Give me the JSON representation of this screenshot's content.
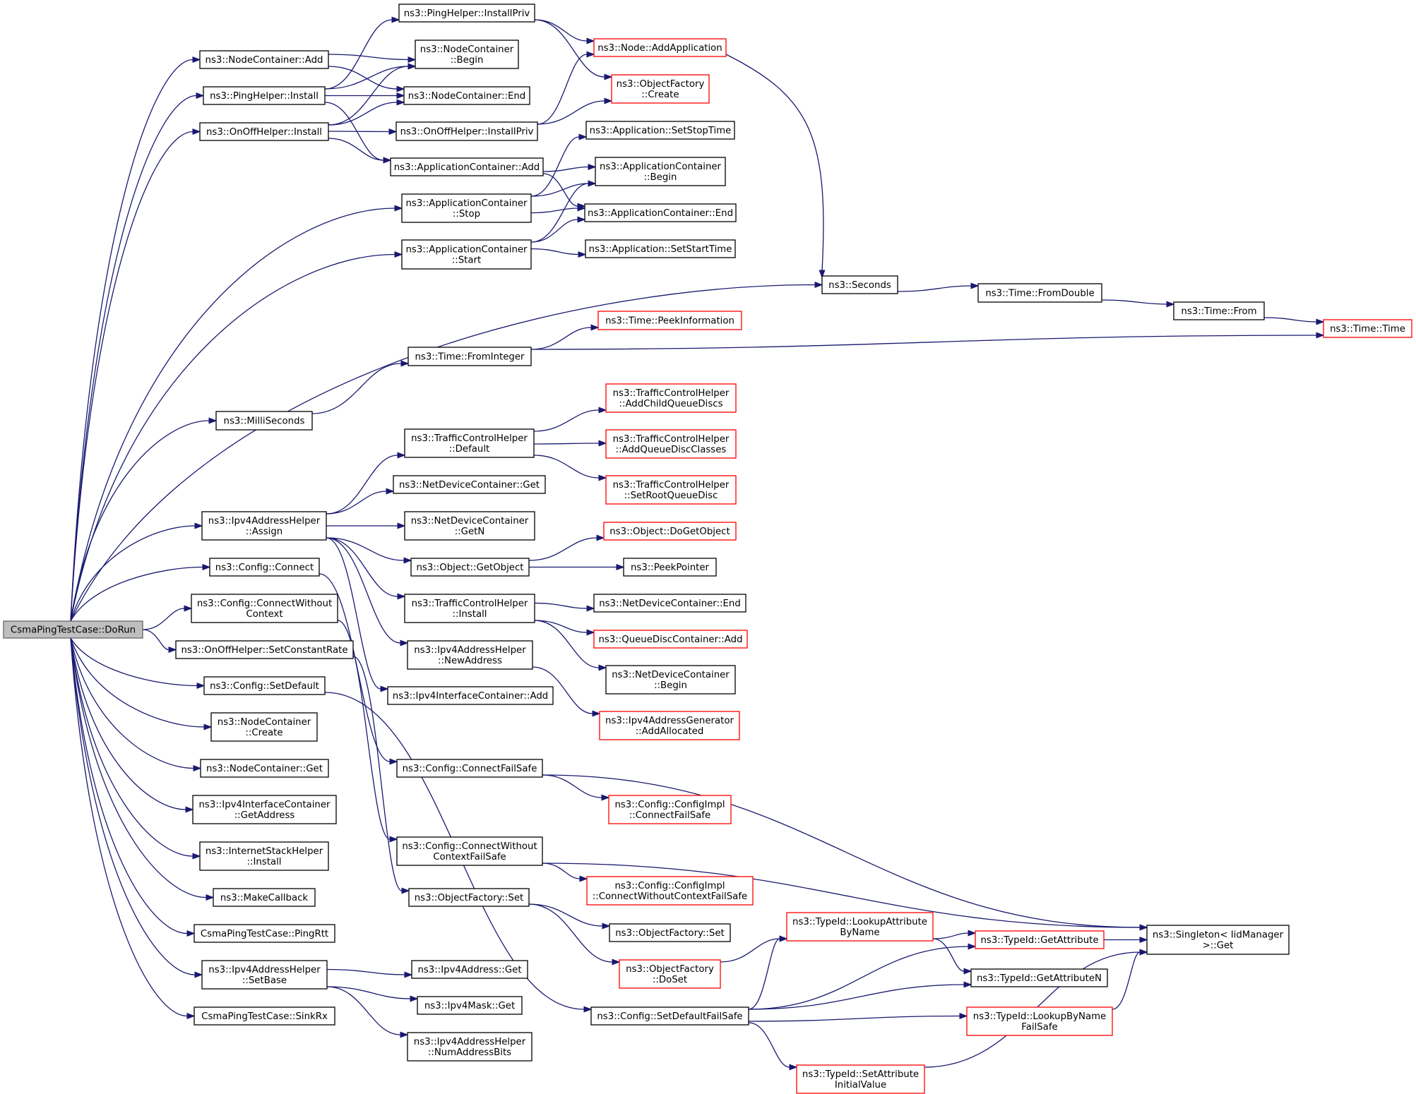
{
  "title": "Call graph of CsmaPingTestCase::DoRun",
  "colors": {
    "edge": "#191970",
    "root_fill": "#bfbfbf",
    "missing_border": "#ff0000",
    "node_border": "#000000"
  },
  "nodes": [
    {
      "id": "dorun",
      "lines": [
        "CsmaPingTestCase::DoRun"
      ],
      "kind": "root"
    },
    {
      "id": "nc_add",
      "lines": [
        "ns3::NodeContainer::Add"
      ],
      "kind": "normal"
    },
    {
      "id": "ping_install",
      "lines": [
        "ns3::PingHelper::Install"
      ],
      "kind": "normal"
    },
    {
      "id": "onoff_install",
      "lines": [
        "ns3::OnOffHelper::Install"
      ],
      "kind": "normal"
    },
    {
      "id": "ac_stop",
      "lines": [
        "ns3::ApplicationContainer",
        "::Stop"
      ],
      "kind": "normal"
    },
    {
      "id": "ac_start",
      "lines": [
        "ns3::ApplicationContainer",
        "::Start"
      ],
      "kind": "normal"
    },
    {
      "id": "seconds",
      "lines": [
        "ns3::Seconds"
      ],
      "kind": "normal"
    },
    {
      "id": "milliseconds",
      "lines": [
        "ns3::MilliSeconds"
      ],
      "kind": "normal"
    },
    {
      "id": "assign",
      "lines": [
        "ns3::Ipv4AddressHelper",
        "::Assign"
      ],
      "kind": "normal"
    },
    {
      "id": "cfg_connect",
      "lines": [
        "ns3::Config::Connect"
      ],
      "kind": "normal"
    },
    {
      "id": "cfg_cwc",
      "lines": [
        "ns3::Config::ConnectWithout",
        "Context"
      ],
      "kind": "normal"
    },
    {
      "id": "set_const_rate",
      "lines": [
        "ns3::OnOffHelper::SetConstantRate"
      ],
      "kind": "normal"
    },
    {
      "id": "cfg_setdefault",
      "lines": [
        "ns3::Config::SetDefault"
      ],
      "kind": "normal"
    },
    {
      "id": "nc_create",
      "lines": [
        "ns3::NodeContainer",
        "::Create"
      ],
      "kind": "normal"
    },
    {
      "id": "nc_get",
      "lines": [
        "ns3::NodeContainer::Get"
      ],
      "kind": "normal"
    },
    {
      "id": "iic_getaddr",
      "lines": [
        "ns3::Ipv4InterfaceContainer",
        "::GetAddress"
      ],
      "kind": "normal"
    },
    {
      "id": "ish_install",
      "lines": [
        "ns3::InternetStackHelper",
        "::Install"
      ],
      "kind": "normal"
    },
    {
      "id": "makecallback",
      "lines": [
        "ns3::MakeCallback"
      ],
      "kind": "normal"
    },
    {
      "id": "pingrtt",
      "lines": [
        "CsmaPingTestCase::PingRtt"
      ],
      "kind": "normal"
    },
    {
      "id": "setbase",
      "lines": [
        "ns3::Ipv4AddressHelper",
        "::SetBase"
      ],
      "kind": "normal"
    },
    {
      "id": "sinkrx",
      "lines": [
        "CsmaPingTestCase::SinkRx"
      ],
      "kind": "normal"
    },
    {
      "id": "ping_installpriv",
      "lines": [
        "ns3::PingHelper::InstallPriv"
      ],
      "kind": "normal"
    },
    {
      "id": "nc_begin",
      "lines": [
        "ns3::NodeContainer",
        "::Begin"
      ],
      "kind": "normal"
    },
    {
      "id": "nc_end",
      "lines": [
        "ns3::NodeContainer::End"
      ],
      "kind": "normal"
    },
    {
      "id": "onoff_installpriv",
      "lines": [
        "ns3::OnOffHelper::InstallPriv"
      ],
      "kind": "normal"
    },
    {
      "id": "ac_add",
      "lines": [
        "ns3::ApplicationContainer::Add"
      ],
      "kind": "normal"
    },
    {
      "id": "node_addapp",
      "lines": [
        "ns3::Node::AddApplication"
      ],
      "kind": "missing"
    },
    {
      "id": "of_create",
      "lines": [
        "ns3::ObjectFactory",
        "::Create"
      ],
      "kind": "missing"
    },
    {
      "id": "app_setstop",
      "lines": [
        "ns3::Application::SetStopTime"
      ],
      "kind": "normal"
    },
    {
      "id": "ac_begin",
      "lines": [
        "ns3::ApplicationContainer",
        "::Begin"
      ],
      "kind": "normal"
    },
    {
      "id": "ac_end",
      "lines": [
        "ns3::ApplicationContainer::End"
      ],
      "kind": "normal"
    },
    {
      "id": "app_setstart",
      "lines": [
        "ns3::Application::SetStartTime"
      ],
      "kind": "normal"
    },
    {
      "id": "time_fromdouble",
      "lines": [
        "ns3::Time::FromDouble"
      ],
      "kind": "normal"
    },
    {
      "id": "time_from",
      "lines": [
        "ns3::Time::From"
      ],
      "kind": "normal"
    },
    {
      "id": "time_time",
      "lines": [
        "ns3::Time::Time"
      ],
      "kind": "missing"
    },
    {
      "id": "time_peekinfo",
      "lines": [
        "ns3::Time::PeekInformation"
      ],
      "kind": "missing"
    },
    {
      "id": "time_frominteger",
      "lines": [
        "ns3::Time::FromInteger"
      ],
      "kind": "normal"
    },
    {
      "id": "tch_default",
      "lines": [
        "ns3::TrafficControlHelper",
        "::Default"
      ],
      "kind": "normal"
    },
    {
      "id": "tch_addchild",
      "lines": [
        "ns3::TrafficControlHelper",
        "::AddChildQueueDiscs"
      ],
      "kind": "missing"
    },
    {
      "id": "tch_addclasses",
      "lines": [
        "ns3::TrafficControlHelper",
        "::AddQueueDiscClasses"
      ],
      "kind": "missing"
    },
    {
      "id": "tch_setroot",
      "lines": [
        "ns3::TrafficControlHelper",
        "::SetRootQueueDisc"
      ],
      "kind": "missing"
    },
    {
      "id": "ndc_get",
      "lines": [
        "ns3::NetDeviceContainer::Get"
      ],
      "kind": "normal"
    },
    {
      "id": "ndc_getn",
      "lines": [
        "ns3::NetDeviceContainer",
        "::GetN"
      ],
      "kind": "normal"
    },
    {
      "id": "obj_getobject",
      "lines": [
        "ns3::Object::GetObject"
      ],
      "kind": "normal"
    },
    {
      "id": "obj_dogetobject",
      "lines": [
        "ns3::Object::DoGetObject"
      ],
      "kind": "missing"
    },
    {
      "id": "peekpointer",
      "lines": [
        "ns3::PeekPointer"
      ],
      "kind": "normal"
    },
    {
      "id": "tch_install",
      "lines": [
        "ns3::TrafficControlHelper",
        "::Install"
      ],
      "kind": "normal"
    },
    {
      "id": "ndc_end",
      "lines": [
        "ns3::NetDeviceContainer::End"
      ],
      "kind": "normal"
    },
    {
      "id": "qdc_add",
      "lines": [
        "ns3::QueueDiscContainer::Add"
      ],
      "kind": "missing"
    },
    {
      "id": "ndc_begin",
      "lines": [
        "ns3::NetDeviceContainer",
        "::Begin"
      ],
      "kind": "normal"
    },
    {
      "id": "newaddress",
      "lines": [
        "ns3::Ipv4AddressHelper",
        "::NewAddress"
      ],
      "kind": "normal"
    },
    {
      "id": "iic_add",
      "lines": [
        "ns3::Ipv4InterfaceContainer::Add"
      ],
      "kind": "normal"
    },
    {
      "id": "addallocated",
      "lines": [
        "ns3::Ipv4AddressGenerator",
        "::AddAllocated"
      ],
      "kind": "missing"
    },
    {
      "id": "cfg_connectfs",
      "lines": [
        "ns3::Config::ConnectFailSafe"
      ],
      "kind": "normal"
    },
    {
      "id": "cfgimpl_connectfs",
      "lines": [
        "ns3::Config::ConfigImpl",
        "::ConnectFailSafe"
      ],
      "kind": "missing"
    },
    {
      "id": "cfg_cwcfs",
      "lines": [
        "ns3::Config::ConnectWithout",
        "ContextFailSafe"
      ],
      "kind": "normal"
    },
    {
      "id": "cfgimpl_cwcfs",
      "lines": [
        "ns3::Config::ConfigImpl",
        "::ConnectWithoutContextFailSafe"
      ],
      "kind": "missing"
    },
    {
      "id": "of_set",
      "lines": [
        "ns3::ObjectFactory::Set"
      ],
      "kind": "normal"
    },
    {
      "id": "of_set2",
      "lines": [
        "ns3::ObjectFactory::Set"
      ],
      "kind": "normal"
    },
    {
      "id": "of_doset",
      "lines": [
        "ns3::ObjectFactory",
        "::DoSet"
      ],
      "kind": "missing"
    },
    {
      "id": "cfg_setdefaultfs",
      "lines": [
        "ns3::Config::SetDefaultFailSafe"
      ],
      "kind": "normal"
    },
    {
      "id": "ipv4addr_get",
      "lines": [
        "ns3::Ipv4Address::Get"
      ],
      "kind": "normal"
    },
    {
      "id": "ipv4mask_get",
      "lines": [
        "ns3::Ipv4Mask::Get"
      ],
      "kind": "normal"
    },
    {
      "id": "numaddrbits",
      "lines": [
        "ns3::Ipv4AddressHelper",
        "::NumAddressBits"
      ],
      "kind": "normal"
    },
    {
      "id": "tid_lookupattr",
      "lines": [
        "ns3::TypeId::LookupAttribute",
        "ByName"
      ],
      "kind": "missing"
    },
    {
      "id": "tid_getattr",
      "lines": [
        "ns3::TypeId::GetAttribute"
      ],
      "kind": "missing"
    },
    {
      "id": "tid_getattrn",
      "lines": [
        "ns3::TypeId::GetAttributeN"
      ],
      "kind": "normal"
    },
    {
      "id": "tid_lookupbyname",
      "lines": [
        "ns3::TypeId::LookupByName",
        "FailSafe"
      ],
      "kind": "missing"
    },
    {
      "id": "tid_setattrinit",
      "lines": [
        "ns3::TypeId::SetAttribute",
        "InitialValue"
      ],
      "kind": "missing"
    },
    {
      "id": "singleton_get",
      "lines": [
        "ns3::Singleton< IidManager",
        ">::Get"
      ],
      "kind": "normal"
    }
  ],
  "edges": [
    [
      "dorun",
      "nc_add"
    ],
    [
      "dorun",
      "ping_install"
    ],
    [
      "dorun",
      "onoff_install"
    ],
    [
      "dorun",
      "ac_stop"
    ],
    [
      "dorun",
      "ac_start"
    ],
    [
      "dorun",
      "seconds"
    ],
    [
      "dorun",
      "milliseconds"
    ],
    [
      "dorun",
      "assign"
    ],
    [
      "dorun",
      "cfg_connect"
    ],
    [
      "dorun",
      "cfg_cwc"
    ],
    [
      "dorun",
      "set_const_rate"
    ],
    [
      "dorun",
      "cfg_setdefault"
    ],
    [
      "dorun",
      "nc_create"
    ],
    [
      "dorun",
      "nc_get"
    ],
    [
      "dorun",
      "iic_getaddr"
    ],
    [
      "dorun",
      "ish_install"
    ],
    [
      "dorun",
      "makecallback"
    ],
    [
      "dorun",
      "pingrtt"
    ],
    [
      "dorun",
      "setbase"
    ],
    [
      "dorun",
      "sinkrx"
    ],
    [
      "nc_add",
      "nc_begin"
    ],
    [
      "nc_add",
      "nc_end"
    ],
    [
      "ping_install",
      "ping_installpriv"
    ],
    [
      "ping_install",
      "nc_begin"
    ],
    [
      "ping_install",
      "nc_end"
    ],
    [
      "ping_install",
      "ac_add"
    ],
    [
      "onoff_install",
      "nc_begin"
    ],
    [
      "onoff_install",
      "nc_end"
    ],
    [
      "onoff_install",
      "onoff_installpriv"
    ],
    [
      "onoff_install",
      "ac_add"
    ],
    [
      "ping_installpriv",
      "node_addapp"
    ],
    [
      "ping_installpriv",
      "of_create"
    ],
    [
      "onoff_installpriv",
      "node_addapp"
    ],
    [
      "onoff_installpriv",
      "of_create"
    ],
    [
      "ac_add",
      "ac_begin"
    ],
    [
      "ac_add",
      "ac_end"
    ],
    [
      "ac_stop",
      "app_setstop"
    ],
    [
      "ac_stop",
      "ac_begin"
    ],
    [
      "ac_stop",
      "ac_end"
    ],
    [
      "ac_start",
      "ac_begin"
    ],
    [
      "ac_start",
      "ac_end"
    ],
    [
      "ac_start",
      "app_setstart"
    ],
    [
      "node_addapp",
      "seconds"
    ],
    [
      "seconds",
      "time_fromdouble"
    ],
    [
      "time_fromdouble",
      "time_from"
    ],
    [
      "time_from",
      "time_time"
    ],
    [
      "milliseconds",
      "time_frominteger"
    ],
    [
      "time_frominteger",
      "time_peekinfo"
    ],
    [
      "time_frominteger",
      "time_time"
    ],
    [
      "assign",
      "tch_default"
    ],
    [
      "assign",
      "ndc_get"
    ],
    [
      "assign",
      "ndc_getn"
    ],
    [
      "assign",
      "obj_getobject"
    ],
    [
      "assign",
      "tch_install"
    ],
    [
      "assign",
      "newaddress"
    ],
    [
      "assign",
      "iic_add"
    ],
    [
      "tch_default",
      "tch_addchild"
    ],
    [
      "tch_default",
      "tch_addclasses"
    ],
    [
      "tch_default",
      "tch_setroot"
    ],
    [
      "obj_getobject",
      "obj_dogetobject"
    ],
    [
      "obj_getobject",
      "peekpointer"
    ],
    [
      "tch_install",
      "ndc_end"
    ],
    [
      "tch_install",
      "qdc_add"
    ],
    [
      "tch_install",
      "ndc_begin"
    ],
    [
      "newaddress",
      "addallocated"
    ],
    [
      "cfg_connect",
      "cfg_connectfs"
    ],
    [
      "cfg_cwc",
      "cfg_cwcfs"
    ],
    [
      "set_const_rate",
      "of_set"
    ],
    [
      "cfg_setdefault",
      "cfg_setdefaultfs"
    ],
    [
      "cfg_connectfs",
      "cfgimpl_connectfs"
    ],
    [
      "cfg_connectfs",
      "singleton_get"
    ],
    [
      "cfg_cwcfs",
      "cfgimpl_cwcfs"
    ],
    [
      "cfg_cwcfs",
      "singleton_get"
    ],
    [
      "of_set",
      "of_set2"
    ],
    [
      "of_set",
      "of_doset"
    ],
    [
      "of_doset",
      "tid_lookupattr"
    ],
    [
      "cfg_setdefaultfs",
      "tid_lookupattr"
    ],
    [
      "cfg_setdefaultfs",
      "tid_getattr"
    ],
    [
      "cfg_setdefaultfs",
      "tid_getattrn"
    ],
    [
      "cfg_setdefaultfs",
      "tid_lookupbyname"
    ],
    [
      "cfg_setdefaultfs",
      "tid_setattrinit"
    ],
    [
      "tid_lookupattr",
      "tid_getattr"
    ],
    [
      "tid_lookupattr",
      "tid_getattrn"
    ],
    [
      "tid_getattr",
      "singleton_get"
    ],
    [
      "tid_lookupbyname",
      "singleton_get"
    ],
    [
      "tid_setattrinit",
      "singleton_get"
    ],
    [
      "setbase",
      "ipv4addr_get"
    ],
    [
      "setbase",
      "ipv4mask_get"
    ],
    [
      "setbase",
      "numaddrbits"
    ]
  ]
}
